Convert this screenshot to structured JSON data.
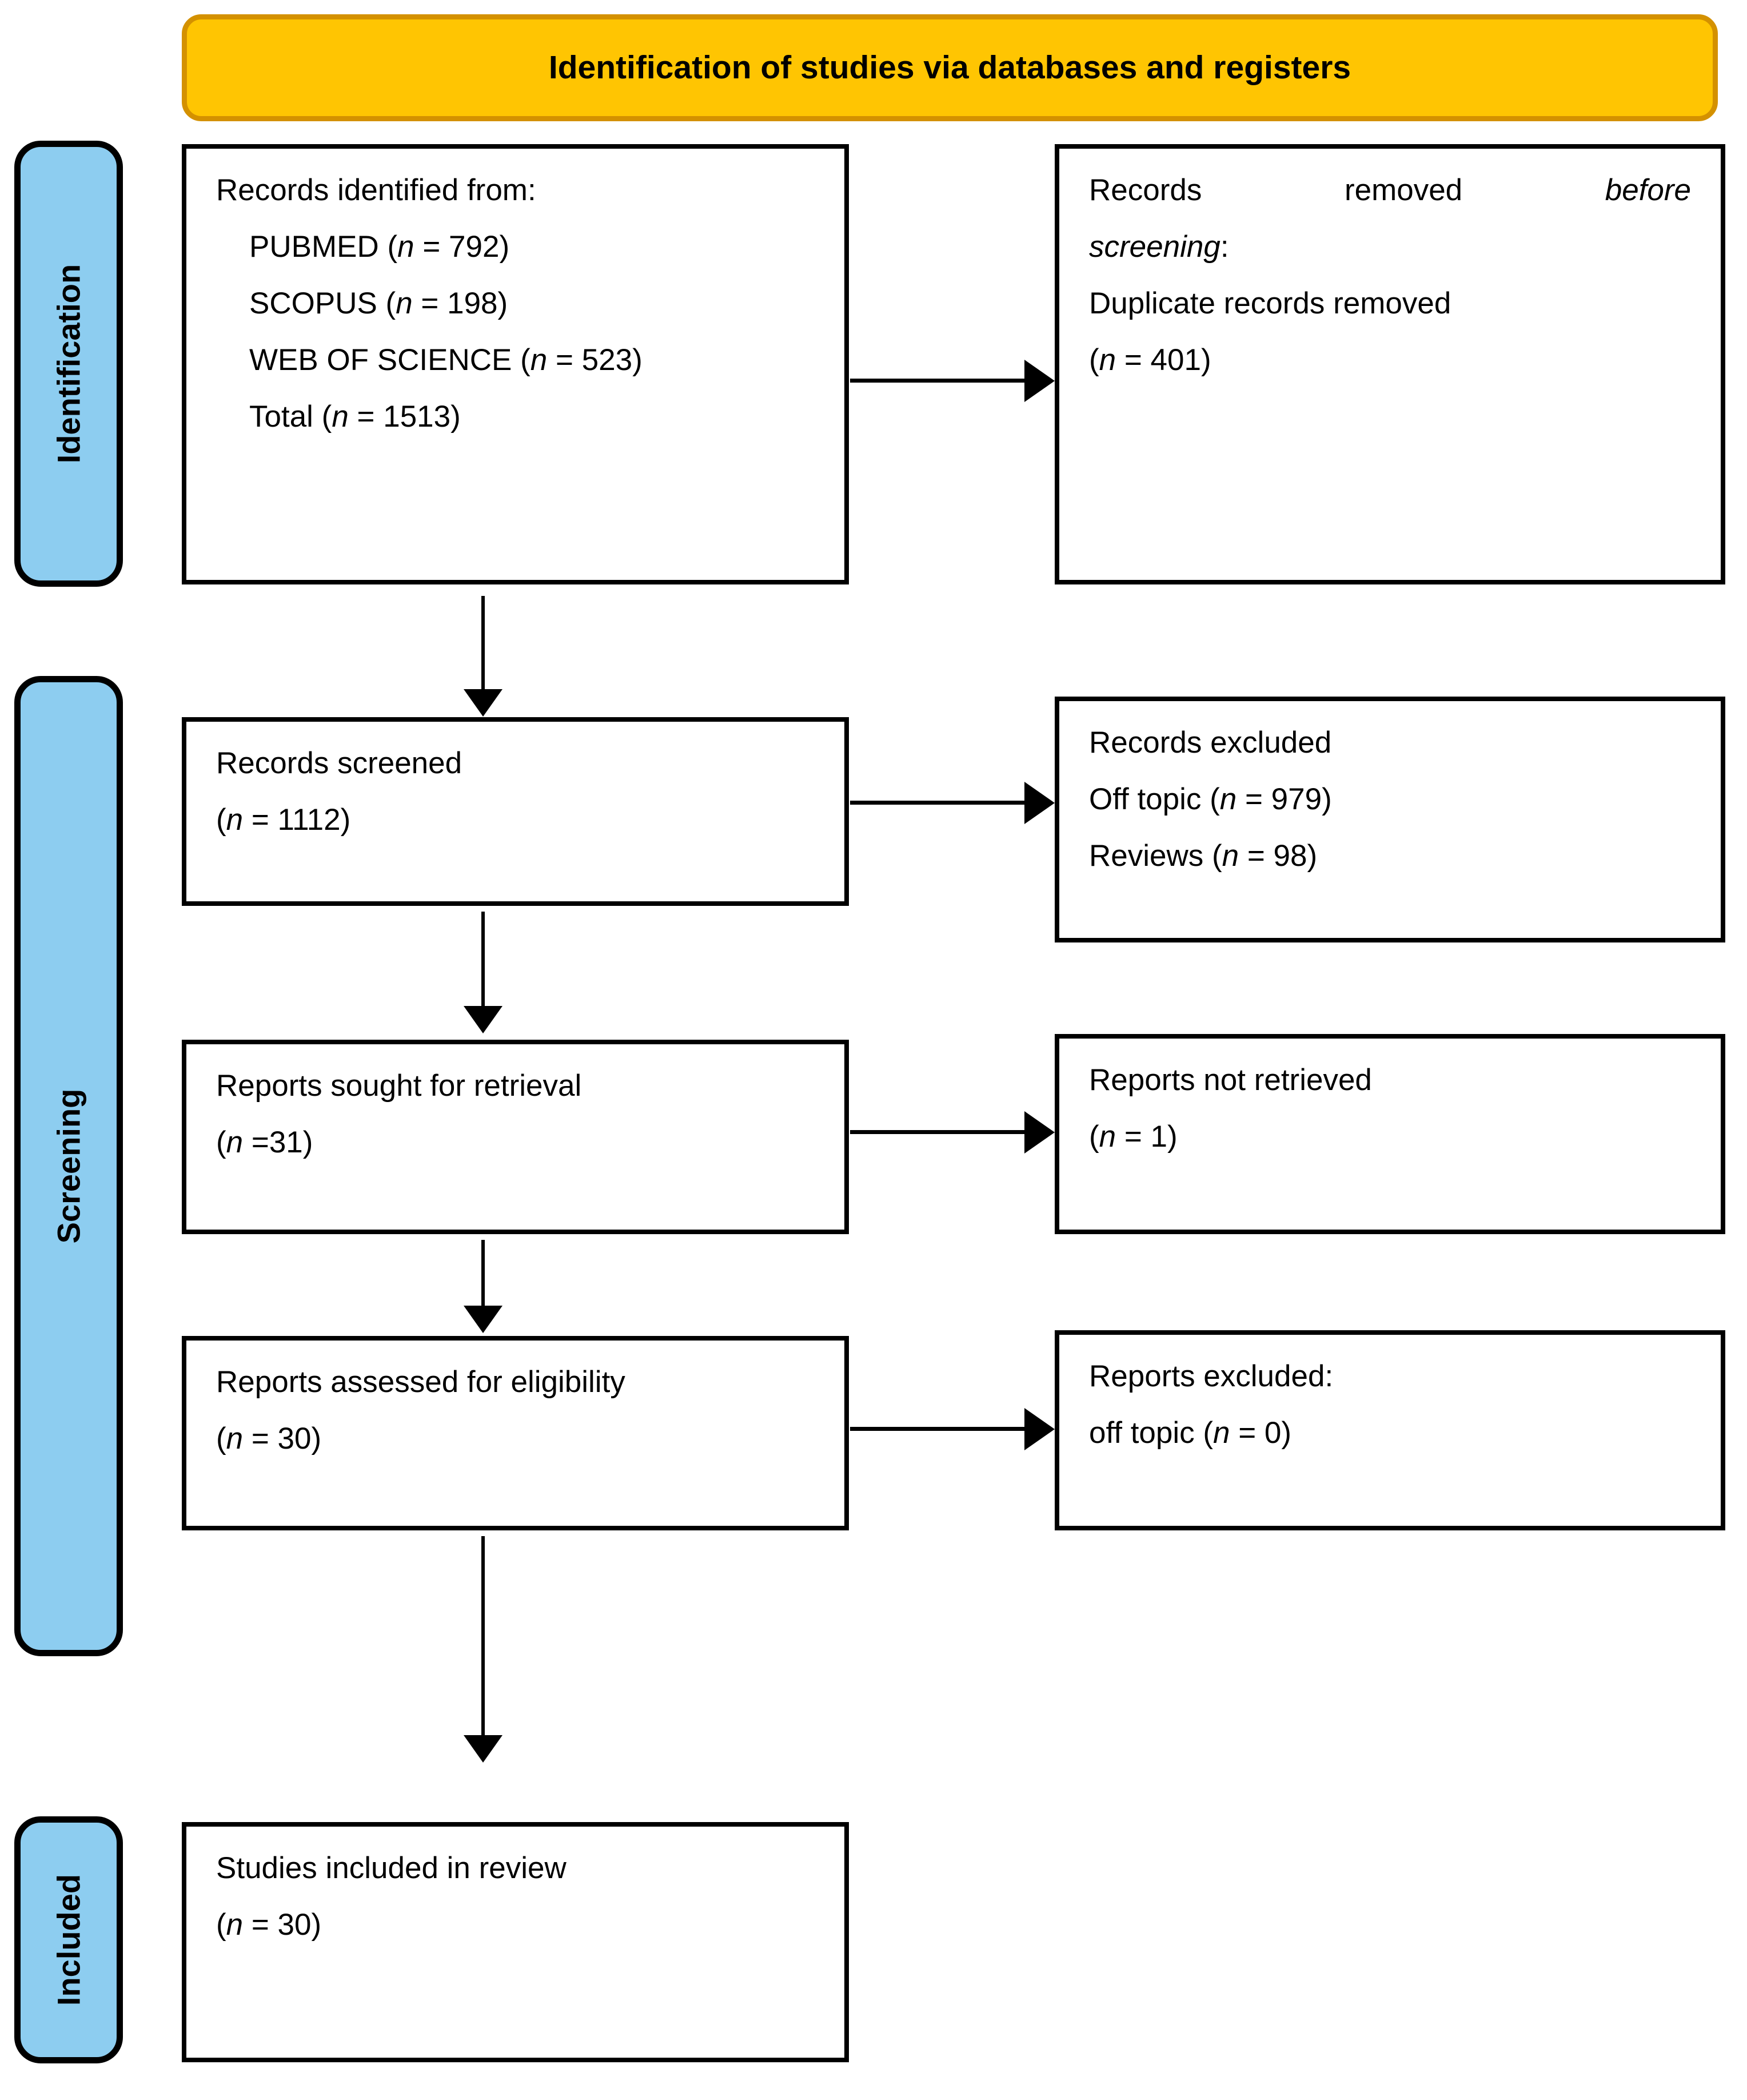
{
  "banner": {
    "title": "Identification of studies via databases and registers",
    "fill": "#FFC502",
    "border": "#D49100"
  },
  "rails": {
    "fill": "#8DCDF0",
    "border": "#000000",
    "items": [
      {
        "label": "Identification"
      },
      {
        "label": "Screening"
      },
      {
        "label": "Included"
      }
    ]
  },
  "boxes": {
    "identified": {
      "heading": "Records identified from:",
      "sources": [
        {
          "name": "PUBMED",
          "n": "792",
          "text_prefix": "PUBMED (",
          "n_label": "n",
          "text_suffix": " = 792)"
        },
        {
          "name": "SCOPUS",
          "n": "198",
          "text_prefix": "SCOPUS (",
          "n_label": "n",
          "text_suffix": " = 198)"
        },
        {
          "name": "WEB OF SCIENCE",
          "n": "523",
          "text_prefix": "WEB OF SCIENCE (",
          "n_label": "n",
          "text_suffix": " = 523)"
        },
        {
          "name": "Total",
          "n": "1513",
          "text_prefix": "Total (",
          "n_label": "n",
          "text_suffix": " = 1513)"
        }
      ]
    },
    "removed": {
      "line1_a": "Records",
      "line1_b": "removed",
      "line1_c": "before",
      "line2": "screening",
      "line2_colon": ":",
      "line3": "Duplicate records removed",
      "line4_prefix": "(",
      "line4_n": "n",
      "line4_suffix": " = 401)"
    },
    "screened": {
      "heading": "Records screened",
      "count_prefix": "(",
      "count_n": "n",
      "count_suffix": " = 1112)"
    },
    "excluded": {
      "heading": "Records excluded",
      "reasons": [
        {
          "prefix": "Off topic (",
          "n": "n",
          "suffix": " = 979)"
        },
        {
          "prefix": "Reviews (",
          "n": "n",
          "suffix": " = 98)"
        }
      ]
    },
    "sought": {
      "heading": "Reports sought for retrieval",
      "count_prefix": "(",
      "count_n": "n",
      "count_suffix": " =31)"
    },
    "not_retrieved": {
      "heading": "Reports not retrieved",
      "count_prefix": "(",
      "count_n": "n",
      "count_suffix": " = 1)"
    },
    "assessed": {
      "heading": "Reports assessed for eligibility",
      "count_prefix": "(",
      "count_n": "n",
      "count_suffix": " = 30)"
    },
    "reports_excluded": {
      "heading": "Reports excluded:",
      "reason_prefix": "off topic (",
      "reason_n": "n",
      "reason_suffix": " = 0)"
    },
    "included": {
      "heading": "Studies included in review",
      "count_prefix": "(",
      "count_n": "n",
      "count_suffix": " = 30)"
    }
  }
}
